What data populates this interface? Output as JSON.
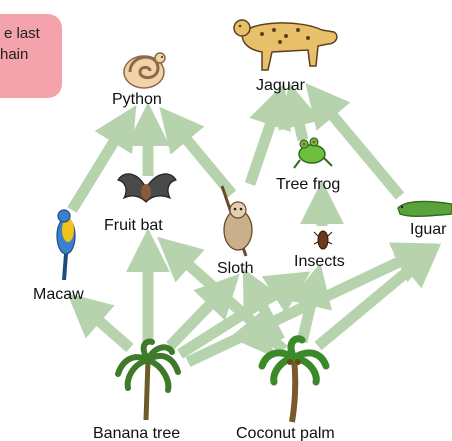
{
  "callout": {
    "line1": "e last",
    "line2": "hain"
  },
  "organisms": {
    "python": "Python",
    "jaguar": "Jaguar",
    "tree_frog": "Tree frog",
    "fruit_bat": "Fruit bat",
    "iguana": "Iguar",
    "sloth": "Sloth",
    "insects": "Insects",
    "macaw": "Macaw",
    "banana_tree": "Banana tree",
    "coconut_palm": "Coconut palm"
  },
  "colors": {
    "arrow": "#b7d3ae",
    "callout": "#f4a3ad"
  }
}
